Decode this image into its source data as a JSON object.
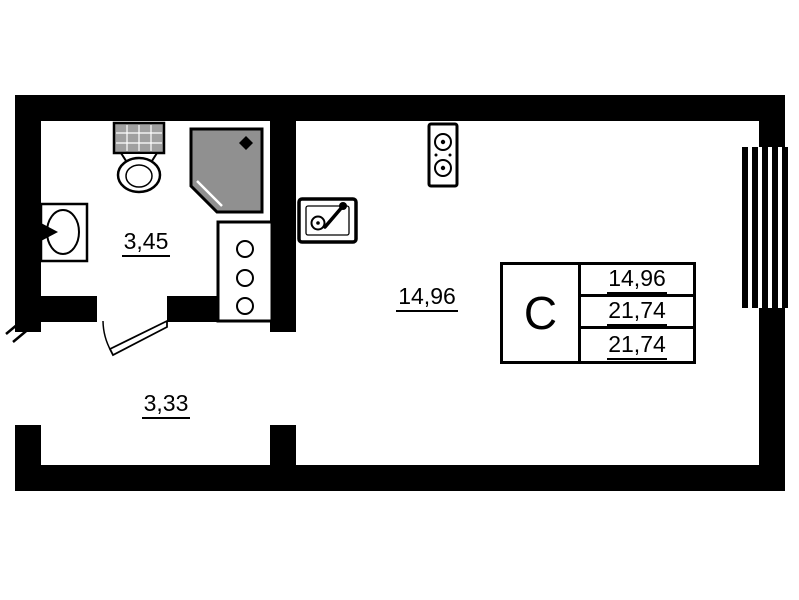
{
  "rooms": {
    "bathroom": {
      "area": "3,45"
    },
    "hall": {
      "area": "3,33"
    },
    "main": {
      "area": "14,96"
    }
  },
  "legend": {
    "type_letter": "С",
    "rows": [
      {
        "value": "14,96"
      },
      {
        "value": "21,74"
      },
      {
        "value": "21,74"
      }
    ]
  },
  "colors": {
    "wall": "#000000",
    "shower_fill": "#909090",
    "tank_fill": "#a0a0a0"
  }
}
